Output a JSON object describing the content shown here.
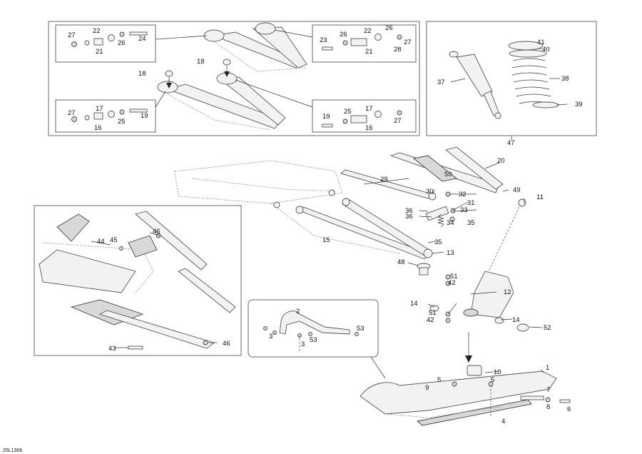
{
  "drawing_ref": "25L1306",
  "labels": [
    "1",
    "2",
    "3",
    "3",
    "4",
    "5",
    "5",
    "6",
    "7",
    "8",
    "9",
    "10",
    "11",
    "12",
    "13",
    "14",
    "14",
    "15",
    "16",
    "16",
    "17",
    "17",
    "18",
    "18",
    "19",
    "19",
    "20",
    "21",
    "21",
    "22",
    "22",
    "23",
    "24",
    "25",
    "25",
    "26",
    "26",
    "26",
    "27",
    "27",
    "27",
    "27",
    "28",
    "29",
    "30",
    "31",
    "32",
    "33",
    "34",
    "35",
    "35",
    "36",
    "36",
    "37",
    "38",
    "39",
    "40",
    "41",
    "42",
    "42",
    "43",
    "44",
    "45",
    "46",
    "46",
    "47",
    "48",
    "49",
    "50",
    "51",
    "51",
    "52",
    "53",
    "53"
  ]
}
